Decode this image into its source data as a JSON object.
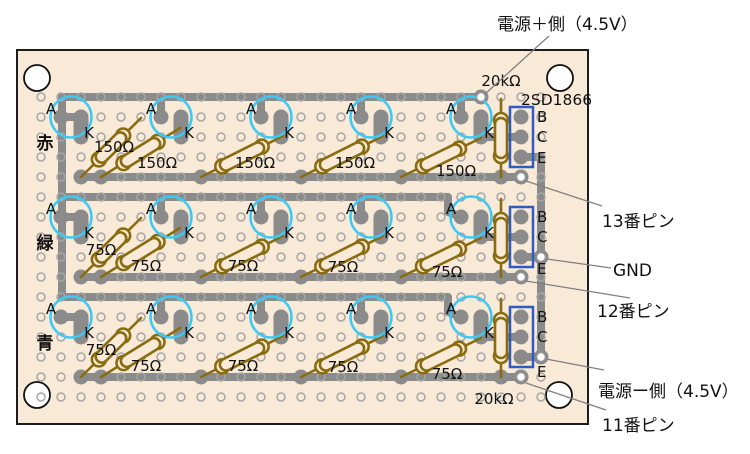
{
  "diagram": {
    "board_color": "#f8ead7",
    "trace_color": "#8b8b8b",
    "hole_ring_color": "#a6a6a6",
    "led_circle_color": "#3ec9f4",
    "resistor_color": "#8a6c10",
    "transistor_box_color": "#2f5cc2",
    "outline_color": "#1c1c1c",
    "annotation_line_color": "#808080",
    "text_color": "#111111",
    "mount_hole_fill": "#ffffff"
  },
  "labels": {
    "anode": "A",
    "cathode": "K",
    "transistor_part": "2SD1866",
    "transistor_pins": [
      "B",
      "C",
      "E"
    ],
    "leds_per_row": 5,
    "transistor_count": 3
  },
  "rows": [
    {
      "color_label": "赤",
      "resistor_labels": [
        "150Ω",
        "150Ω",
        "150Ω",
        "150Ω",
        "150Ω"
      ]
    },
    {
      "color_label": "緑",
      "resistor_labels": [
        "75Ω",
        "75Ω",
        "75Ω",
        "75Ω",
        "75Ω"
      ]
    },
    {
      "color_label": "青",
      "resistor_labels": [
        "75Ω",
        "75Ω",
        "75Ω",
        "75Ω",
        "75Ω"
      ]
    }
  ],
  "annotations": {
    "power_plus": "電源＋側（4.5V）",
    "top_base_resistor_label": "20kΩ",
    "transistor_part": "2SD1866",
    "pin13": "13番ピン",
    "gnd": "GND",
    "pin12": "12番ピン",
    "power_minus": "電源ー側（4.5V）",
    "pin11": "11番ピン",
    "bottom_base_resistor_label": "20kΩ"
  }
}
